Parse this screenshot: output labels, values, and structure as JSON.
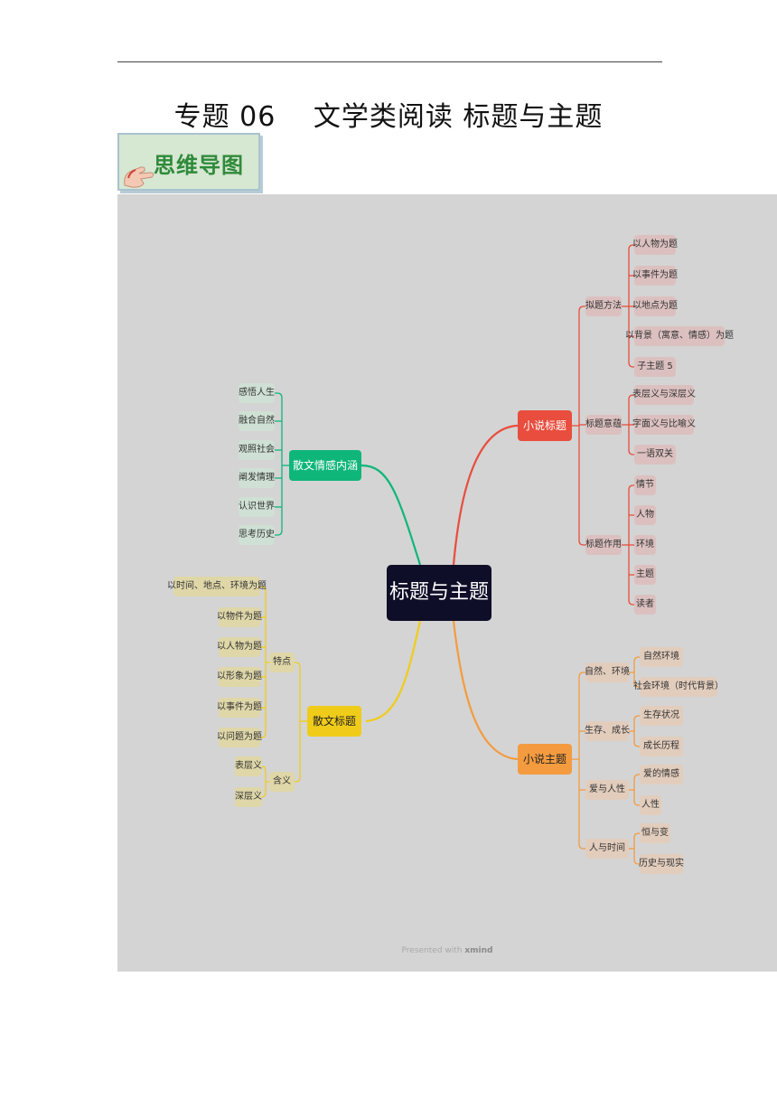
{
  "document": {
    "title": "专题 06　 文学类阅读  标题与主题",
    "badge_label": "思维导图"
  },
  "mindmap": {
    "center": "标题与主题",
    "watermark_prefix": "Presented with ",
    "watermark_brand": "xmind",
    "colors": {
      "red": "#e84d3d",
      "green": "#0fb67a",
      "yellow": "#f0cc1a",
      "orange": "#f49b3f",
      "red_leaf": "#dcc0c0",
      "green_leaf": "#cfe0d4",
      "yellow_leaf": "#dfd7a8",
      "orange_leaf": "#e2cdbd"
    },
    "branches": {
      "novel_title": {
        "label": "小说标题",
        "children": [
          {
            "label": "拟题方法",
            "children": [
              "以人物为题",
              "以事件为题",
              "以地点为题",
              "以背景（寓意、情感）为题",
              "子主题 5"
            ]
          },
          {
            "label": "标题意蕴",
            "children": [
              "表层义与深层义",
              "字面义与比喻义",
              "一语双关"
            ]
          },
          {
            "label": "标题作用",
            "children": [
              "情节",
              "人物",
              "环境",
              "主题",
              "读者"
            ]
          }
        ]
      },
      "novel_theme": {
        "label": "小说主题",
        "children": [
          {
            "label": "自然、环境",
            "children": [
              "自然环境",
              "社会环境（时代背景）"
            ]
          },
          {
            "label": "生存、成长",
            "children": [
              "生存状况",
              "成长历程"
            ]
          },
          {
            "label": "爱与人性",
            "children": [
              "爱的情感",
              "人性"
            ]
          },
          {
            "label": "人与时间",
            "children": [
              "恒与变",
              "历史与现实"
            ]
          }
        ]
      },
      "prose_emotion": {
        "label": "散文情感内涵",
        "children": [
          "感悟人生",
          "融合自然",
          "观照社会",
          "阐发情理",
          "认识世界",
          "思考历史"
        ]
      },
      "prose_title": {
        "label": "散文标题",
        "children": [
          {
            "label": "特点",
            "children": [
              "以时间、地点、环境为题",
              "以物件为题",
              "以人物为题",
              "以形象为题",
              "以事件为题",
              "以问题为题"
            ]
          },
          {
            "label": "含义",
            "children": [
              "表层义",
              "深层义"
            ]
          }
        ]
      }
    }
  }
}
